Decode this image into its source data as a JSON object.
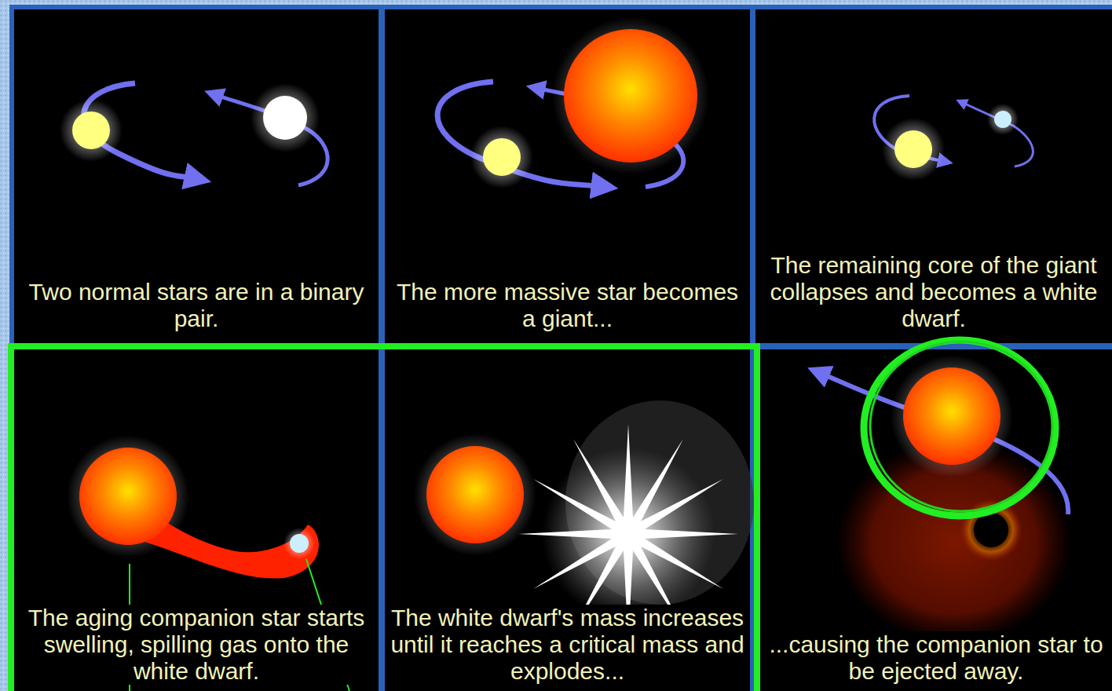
{
  "diagram": {
    "nodes": [
      {
        "text": [
          "Two normal stars are in a binary pair."
        ]
      },
      {
        "text": [
          "The more massive star becomes a giant..."
        ]
      },
      {
        "text": [
          "The remaining core of the giant collapses and becomes a white dwarf."
        ]
      },
      {
        "text": [
          "The aging companion star starts swelling, spilling gas onto the white dwarf."
        ]
      },
      {
        "text": [
          "The white dwarf's mass increases until it reaches a critical mass and explodes..."
        ]
      },
      {
        "text": [
          "...causing the companion star to be ejected away."
        ]
      }
    ]
  }
}
